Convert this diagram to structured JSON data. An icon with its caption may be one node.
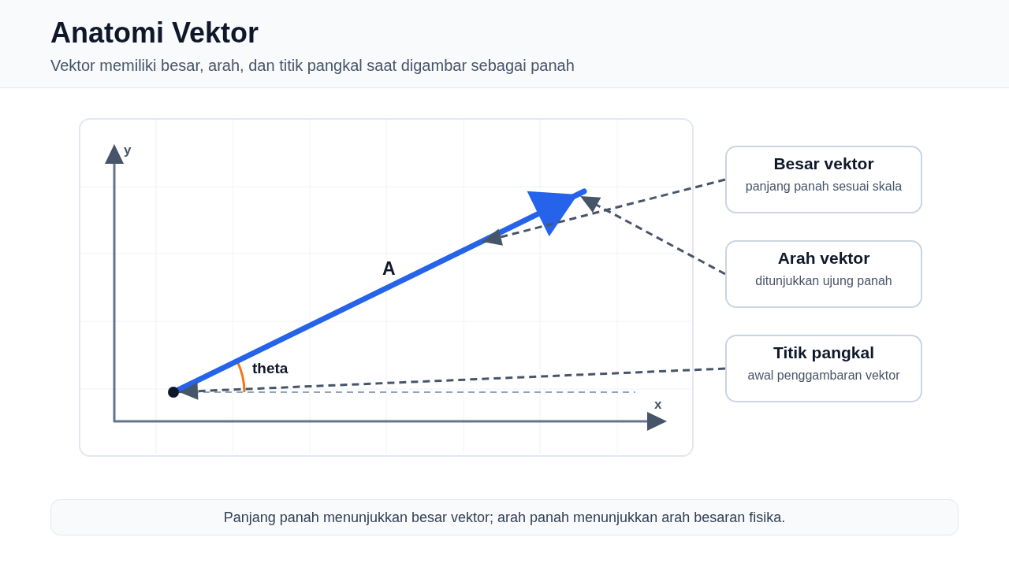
{
  "diagram": {
    "title": "Anatomi Vektor",
    "nodes": [
      {
        "text": [
          "Besar vektor",
          "panjang panah sesuai skala"
        ]
      },
      {
        "text": [
          "Arah vektor",
          "ditunjukkan ujung panah"
        ]
      },
      {
        "text": [
          "Titik pangkal",
          "awal penggambaran vektor"
        ]
      },
      {
        "text": [],
        "shape": "circle"
      },
      {
        "text": [
          "Panjang panah menunjukkan besar vektor; arah panah menunjukkan arah besaran fisika."
        ]
      }
    ],
    "edges": [
      {
        "from": 3,
        "to": null,
        "arrow": "to",
        "label": "A",
        "style": "thick",
        "color": "#2563eb"
      },
      {
        "from": 0,
        "to": null,
        "arrow": "to",
        "style": "dashed"
      },
      {
        "from": 1,
        "to": null,
        "arrow": "to",
        "style": "dashed"
      },
      {
        "from": 2,
        "to": 3,
        "arrow": "to",
        "style": "dashed"
      }
    ],
    "labels": [
      "Vektor memiliki besar, arah, dan titik pangkal saat digambar sebagai panah",
      "y",
      "theta",
      "x"
    ]
  }
}
